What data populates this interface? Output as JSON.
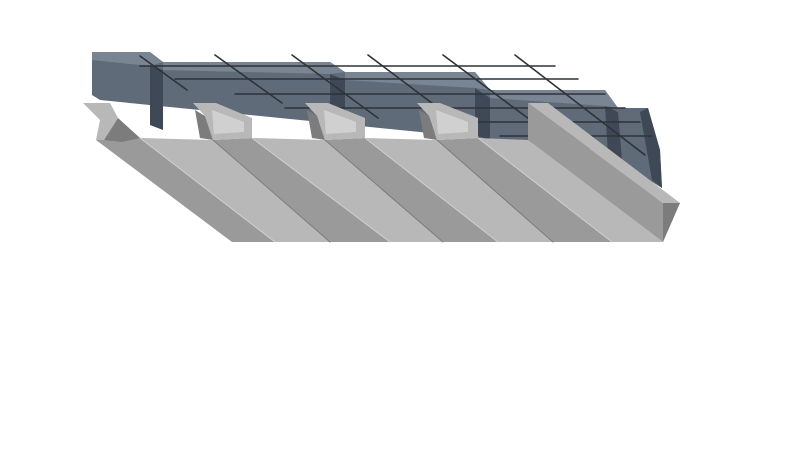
{
  "diagram": {
    "subject": "composite-floor-deck-section",
    "colors": {
      "background": "#ffffff",
      "concrete_top": "#4f5a68",
      "concrete_face": "#606b7a",
      "concrete_shadow": "#3e4856",
      "concrete_highlight": "#7a8594",
      "deck_face": "#9a9a9a",
      "deck_light": "#b8b8b8",
      "deck_dark": "#7c7c7c",
      "deck_edge": "#d0d0d0",
      "rebar": "#2f3338"
    },
    "deck": {
      "rib_count": 4,
      "has_end_closure": true
    },
    "reinforcement": {
      "longitudinal_bars": 6,
      "transverse_bars": 6
    }
  }
}
